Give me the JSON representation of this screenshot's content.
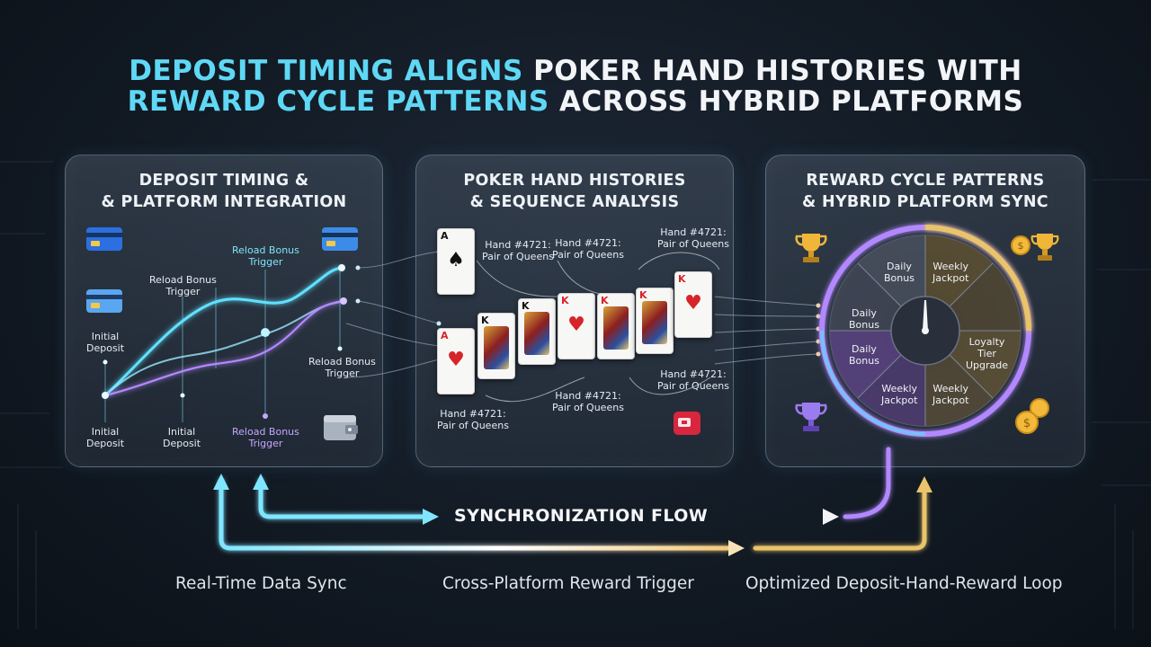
{
  "title": {
    "line1_highlight": "DEPOSIT TIMING ALIGNS",
    "line1_rest": " POKER HAND HISTORIES WITH",
    "line2_highlight": "REWARD CYCLE PATTERNS",
    "line2_rest": " ACROSS HYBRID PLATFORMS"
  },
  "panels": {
    "deposit": {
      "title_line1": "DEPOSIT TIMING &",
      "title_line2": "& PLATFORM INTEGRATION",
      "labels": {
        "initial_deposit_left": "Initial\nDeposit",
        "reload_bonus_top": "Reload Bonus\nTrigger",
        "reload_bonus_peak": "Reload Bonus\nTrigger",
        "reload_bonus_right": "Reload Bonus\nTrigger",
        "initial_deposit_bottom_1": "Initial\nDeposit",
        "initial_deposit_bottom_2": "Initial\nDeposit",
        "reload_bonus_bottom": "Reload Bonus\nTrigger"
      }
    },
    "poker": {
      "title_line1": "POKER HAND HISTORIES",
      "title_line2": "& SEQUENCE ANALYSIS",
      "hand_labels": {
        "h1": "Hand #4721:\nPair of Queens",
        "h2": "Hand #4721:\nPair of Queens",
        "h3": "Hand #4721:\nPair of Queens",
        "h4": "Hand #4721:\nPair of Queens",
        "h5": "Hand #4721:\nPair of Queens",
        "h6": "Hand #4721:\nPair of Queens"
      },
      "cards": {
        "c_spade_a": "A",
        "c_heart_a": "A",
        "c_king1": "K",
        "c_king2": "K",
        "c_king3": "K",
        "c_king4": "K",
        "c_king5": "K",
        "c_king6": "K"
      }
    },
    "reward": {
      "title_line1": "REWARD CYCLE PATTERNS",
      "title_line2": "& HYBRID PLATFORM SYNC",
      "segments": {
        "daily_bonus_top": "Daily\nBonus",
        "weekly_jackpot_top": "Weekly\nJackpot",
        "daily_bonus_left": "Daily\nBonus",
        "loyalty_tier_upgrade": "Loyalty\nTier\nUpgrade",
        "daily_bonus_lower": "Daily\nBonus",
        "weekly_jackpot_bottom_left": "Weekly\nJackpot",
        "weekly_jackpot_bottom_right": "Weekly\nJackpot"
      }
    }
  },
  "flow": {
    "sync_label": "SYNCHRONIZATION FLOW",
    "bottom_labels": {
      "real_time": "Real-Time Data Sync",
      "cross_platform": "Cross-Platform Reward Trigger",
      "optimized": "Optimized Deposit-Hand-Reward Loop"
    }
  },
  "colors": {
    "cyan": "#5fd8f5",
    "purple": "#b388ff",
    "gold": "#e9c46a",
    "card_red": "#d6242a"
  },
  "icons": [
    "credit-card-icon",
    "wallet-icon",
    "trophy-icon",
    "coin-icon",
    "chip-icon"
  ]
}
